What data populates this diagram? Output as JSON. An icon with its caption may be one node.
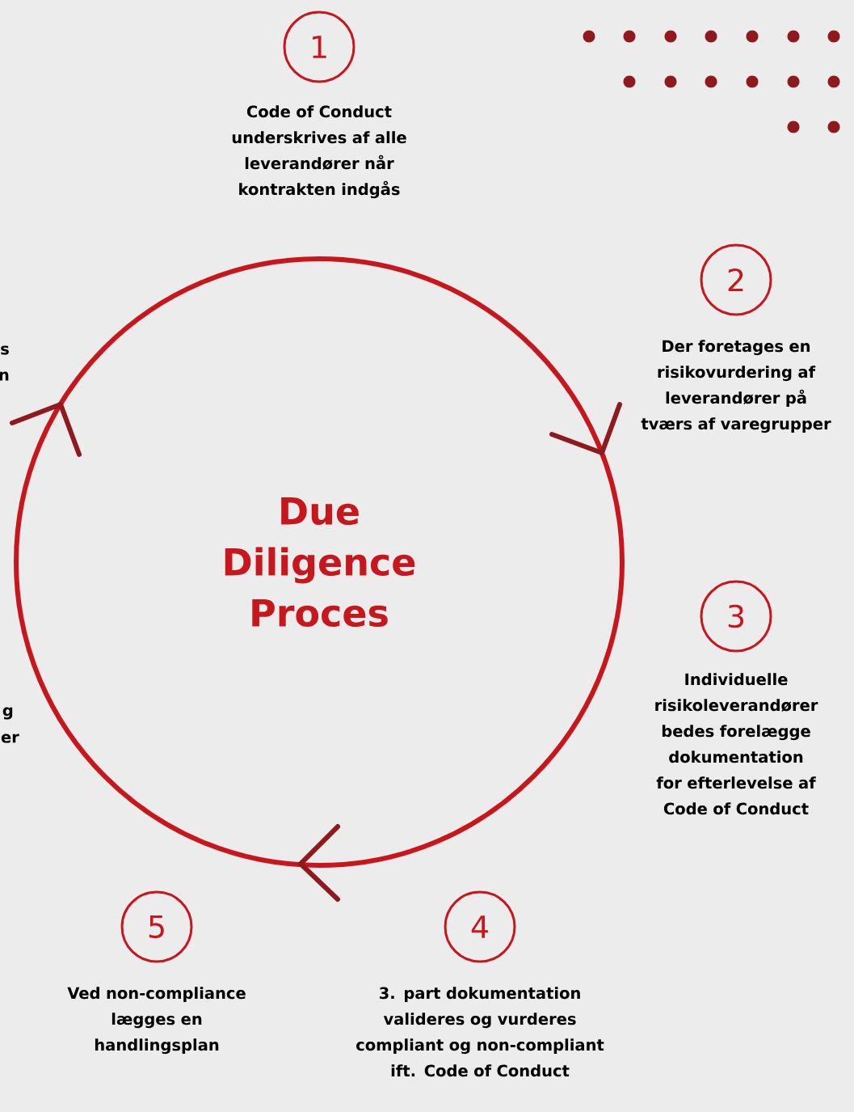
{
  "diagram": {
    "nodes": [
      {
        "text": [
          "1"
        ],
        "beside": [
          "Code of Conduct underskrives af alle leverandører når kontrakten indgås"
        ]
      },
      {
        "text": [
          "2"
        ],
        "beside": [
          "Der foretages en risikovurdering af leverandører på tværs af varegrupper"
        ]
      },
      {
        "text": [
          "3"
        ],
        "beside": [
          "Individuelle risikoleverandører bedes forelægge dokumentation for efterlevelse af Code of Conduct"
        ]
      },
      {
        "text": [
          "4"
        ],
        "beside": [
          "3. part dokumentation valideres og vurderes compliant og non-compliant ift. Code of Conduct"
        ]
      },
      {
        "text": [
          "5"
        ],
        "beside": [
          "Ved non-compliance lægges en handlingsplan"
        ]
      },
      {
        "text": [
          "Due Diligence Proces"
        ]
      }
    ],
    "labels": [
      "s",
      "n",
      "g",
      "er"
    ]
  }
}
